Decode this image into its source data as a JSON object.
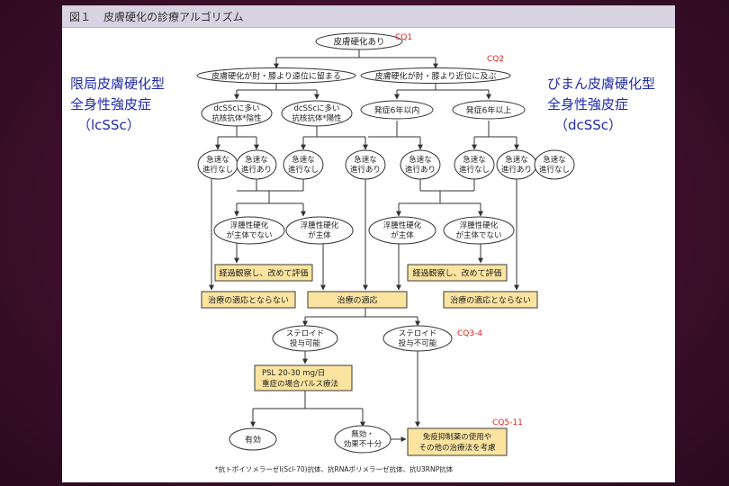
{
  "header": {
    "figure_label": "図１",
    "title": "皮膚硬化の診療アルゴリズム"
  },
  "side_labels": {
    "left": [
      "限局皮膚硬化型",
      "全身性強皮症",
      "（lcSSc）"
    ],
    "right": [
      "びまん皮膚硬化型",
      "全身性強皮症",
      "（dcSSc）"
    ]
  },
  "nodes": {
    "start": "皮膚硬化あり",
    "distal": "皮膚硬化が肘・膝より遠位に留まる",
    "proximal": "皮膚硬化が肘・膝より近位に及ぶ",
    "ab_neg": [
      "dcSScに多い",
      "抗核抗体*陰性"
    ],
    "ab_pos": [
      "dcSScに多い",
      "抗核抗体*陽性"
    ],
    "onset_in6": "発症6年以内",
    "onset_over6": "発症6年以上",
    "rapid_none_1": [
      "急速な",
      "進行なし"
    ],
    "rapid_yes_1": [
      "急速な",
      "進行あり"
    ],
    "rapid_none_2": [
      "急速な",
      "進行なし"
    ],
    "rapid_yes_2": [
      "急速な",
      "進行あり"
    ],
    "rapid_yes_3": [
      "急速な",
      "進行あり"
    ],
    "rapid_none_3": [
      "急速な",
      "進行なし"
    ],
    "rapid_yes_4": [
      "急速な",
      "進行あり"
    ],
    "rapid_none_4": [
      "急速な",
      "進行なし"
    ],
    "edema_not_main_l": [
      "浮腫性硬化",
      "が主体でない"
    ],
    "edema_main_l": [
      "浮腫性硬化",
      "が主体"
    ],
    "edema_main_r": [
      "浮腫性硬化",
      "が主体"
    ],
    "edema_not_main_r": [
      "浮腫性硬化",
      "が主体でない"
    ],
    "observe_l": "経過観察し、改めて評価",
    "observe_r": "経過観察し、改めて評価",
    "no_indication_l": "治療の適応とならない",
    "indication": "治療の適応",
    "no_indication_r": "治療の適応とならない",
    "steroid_ok": [
      "ステロイド",
      "投与可能"
    ],
    "steroid_ng": [
      "ステロイド",
      "投与不可能"
    ],
    "psl": [
      "PSL 20-30 mg/日",
      "重症の場合パルス療法"
    ],
    "effective": "有効",
    "ineffective": [
      "無効・",
      "効果不十分"
    ],
    "immuno": [
      "免疫抑制薬の使用や",
      "その他の治療法を考慮"
    ]
  },
  "cq_tags": {
    "cq1": "CQ1",
    "cq2": "CQ2",
    "cq34": "CQ3-4",
    "cq511": "CQ5-11"
  },
  "footnote": "*抗トポイソメラーゼⅠ(Scl-70)抗体、抗RNAポリメラーゼ抗体、抗U3RNP抗体"
}
